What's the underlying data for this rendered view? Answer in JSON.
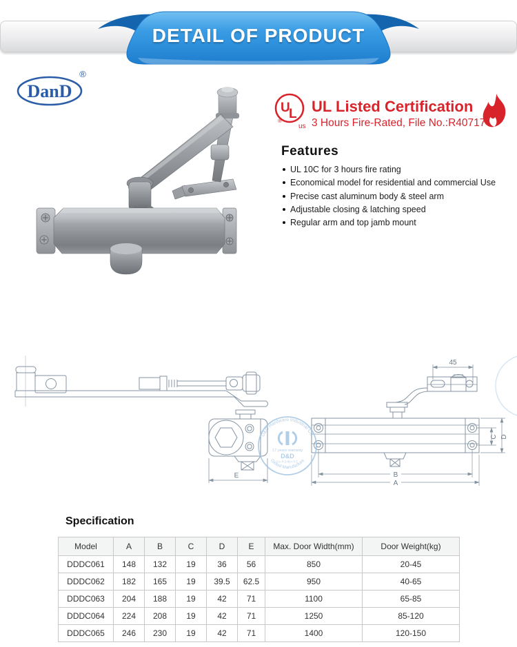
{
  "banner": {
    "title": "DETAIL OF PRODUCT"
  },
  "brand": {
    "name": "DanD",
    "registered": "®"
  },
  "certification": {
    "logo_main_u": "U",
    "logo_main_l": "L",
    "logo_registered": "®",
    "logo_region": "us",
    "title": "UL Listed Certification",
    "subtitle": "3 Hours Fire-Rated, File No.:R40717"
  },
  "features": {
    "heading": "Features",
    "items": [
      "UL 10C for 3 hours fire rating",
      "Economical model for residential and commercial Use",
      "Precise cast aluminum body & steel arm",
      "Adjustable closing & latching speed",
      "Regular arm and top jamb mount"
    ]
  },
  "diagrams": {
    "dimensions": {
      "bracket_span": "45",
      "overall_length": "A",
      "screw_length": "B",
      "screw_spacing": "C",
      "body_height": "D",
      "body_depth": "E"
    },
    "watermark": {
      "arc_top": "D&D Hardware Industrial Co.",
      "line_warranty": "17 years warranty",
      "line_brand": "D&D",
      "line_hardware": "HARDWARE",
      "arc_bottom": "Global Manufacture"
    }
  },
  "specification": {
    "heading": "Specification",
    "columns": [
      "Model",
      "A",
      "B",
      "C",
      "D",
      "E",
      "Max. Door Width(mm)",
      "Door Weight(kg)"
    ],
    "rows": [
      [
        "DDDC061",
        "148",
        "132",
        "19",
        "36",
        "56",
        "850",
        "20-45"
      ],
      [
        "DDDC062",
        "182",
        "165",
        "19",
        "39.5",
        "62.5",
        "950",
        "40-65"
      ],
      [
        "DDDC063",
        "204",
        "188",
        "19",
        "42",
        "71",
        "1100",
        "65-85"
      ],
      [
        "DDDC064",
        "224",
        "208",
        "19",
        "42",
        "71",
        "1250",
        "85-120"
      ],
      [
        "DDDC065",
        "246",
        "230",
        "19",
        "42",
        "71",
        "1400",
        "120-150"
      ]
    ]
  },
  "colors": {
    "accent_blue": "#2e93dd",
    "brand_blue": "#2b5ca8",
    "accent_red": "#d8232a",
    "drawing_line": "#8493a1",
    "watermark_blue": "#9ec2e2"
  }
}
